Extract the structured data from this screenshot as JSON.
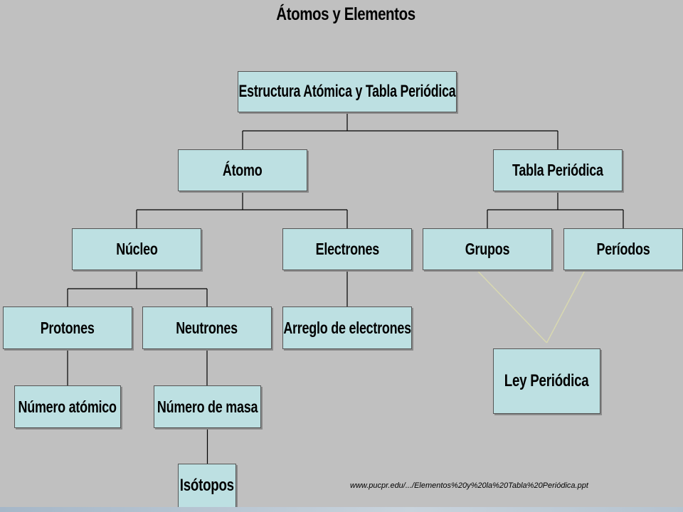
{
  "title": "Átomos y Elementos",
  "nodes": {
    "root": "Estructura Atómica y Tabla Periódica",
    "atomo": "Átomo",
    "tabla": "Tabla Periódica",
    "nucleo": "Núcleo",
    "electrones": "Electrones",
    "grupos": "Grupos",
    "periodos": "Períodos",
    "protones": "Protones",
    "neutrones": "Neutrones",
    "arreglo": "Arreglo de electrones",
    "ley": "Ley Periódica",
    "numero_atomico": "Número atómico",
    "numero_masa": "Número de masa",
    "isotopos": "Isótopos"
  },
  "edges": [
    [
      "root",
      "atomo"
    ],
    [
      "root",
      "tabla"
    ],
    [
      "atomo",
      "nucleo"
    ],
    [
      "atomo",
      "electrones"
    ],
    [
      "tabla",
      "grupos"
    ],
    [
      "tabla",
      "periodos"
    ],
    [
      "nucleo",
      "protones"
    ],
    [
      "nucleo",
      "neutrones"
    ],
    [
      "electrones",
      "arreglo"
    ],
    [
      "protones",
      "numero_atomico"
    ],
    [
      "neutrones",
      "numero_masa"
    ],
    [
      "numero_masa",
      "isotopos"
    ]
  ],
  "converging_edges": [
    [
      "grupos",
      "ley"
    ],
    [
      "periodos",
      "ley"
    ]
  ],
  "source_text": "www.pucpr.edu/.../Elementos%20y%20la%20Tabla%20Periódica.ppt",
  "colors": {
    "background": "#c0c0c0",
    "node_fill": "#bde0e2",
    "node_border": "#555555",
    "connector": "#000000",
    "converging_connector": "#d8d8b0"
  }
}
